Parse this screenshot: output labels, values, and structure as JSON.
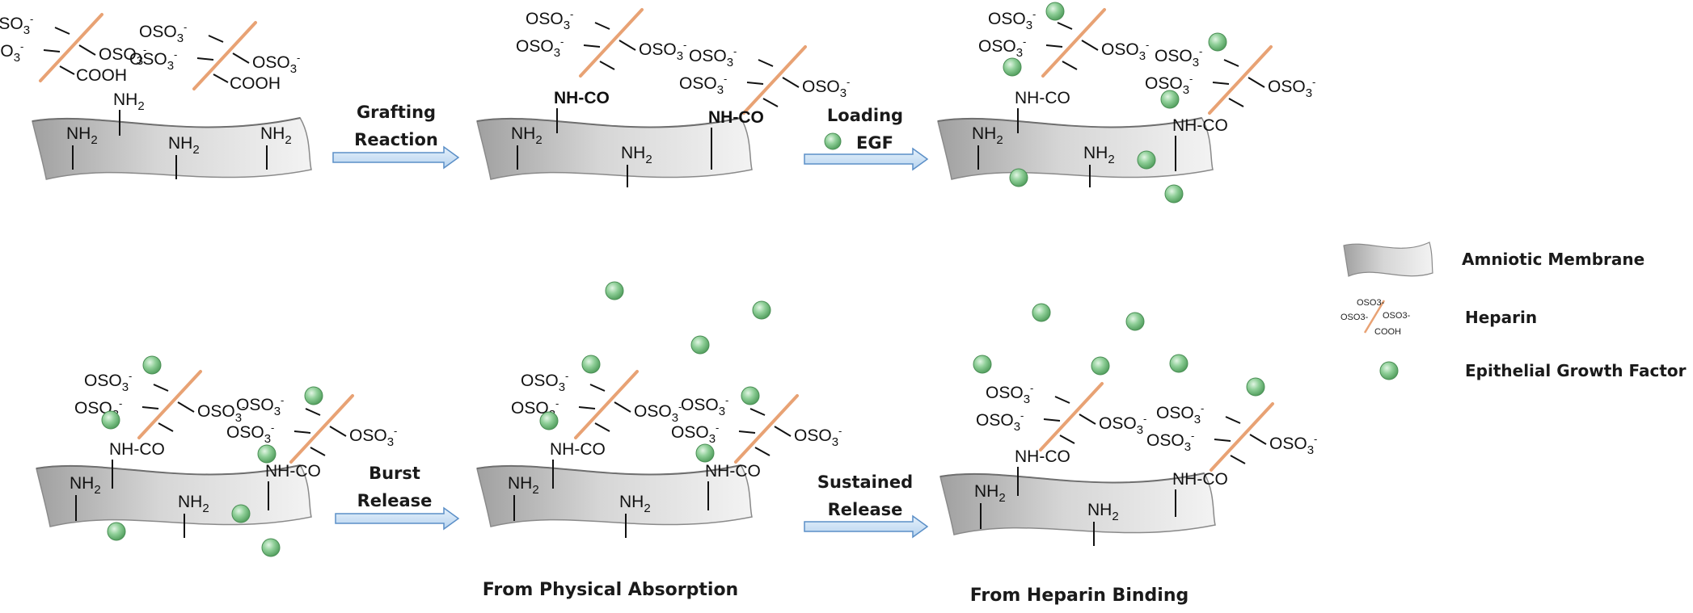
{
  "chemistry": {
    "oso3": "OSO",
    "oso3_sub": "3",
    "oso3_sup": "-",
    "cooh": "COOH",
    "nh2": "NH",
    "nh2_sub": "2",
    "amide": "NH-CO"
  },
  "steps": {
    "grafting_line1": "Grafting",
    "grafting_line2": "Reaction",
    "loading_line1": "Loading",
    "loading_line2": "EGF",
    "burst_line1": "Burst",
    "burst_line2": "Release",
    "sustained_line1": "Sustained",
    "sustained_line2": "Release"
  },
  "captions": {
    "physical": "From Physical Absorption",
    "heparin": "From Heparin Binding"
  },
  "legend": {
    "membrane": "Amniotic Membrane",
    "heparin": "Heparin",
    "egf": "Epithelial Growth Factor"
  },
  "colors": {
    "membrane_light": "#f4f4f4",
    "membrane_dark": "#9a9a9a",
    "heparin_chain": "#e8a274",
    "egf_green": "#6fb979",
    "arrow_fill": "#c9e0f4",
    "arrow_stroke": "#5b8fc7"
  }
}
